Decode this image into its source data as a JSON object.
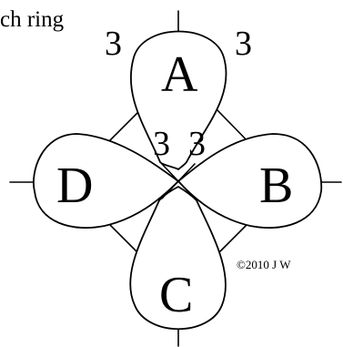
{
  "caption": "ch ring",
  "rings": [
    {
      "id": "A",
      "label": "A"
    },
    {
      "id": "B",
      "label": "B"
    },
    {
      "id": "C",
      "label": "C"
    },
    {
      "id": "D",
      "label": "D"
    }
  ],
  "counts": {
    "top_left": "3",
    "top_right": "3",
    "center_left": "3",
    "center_right": "3"
  },
  "copyright": "©2010 J W"
}
